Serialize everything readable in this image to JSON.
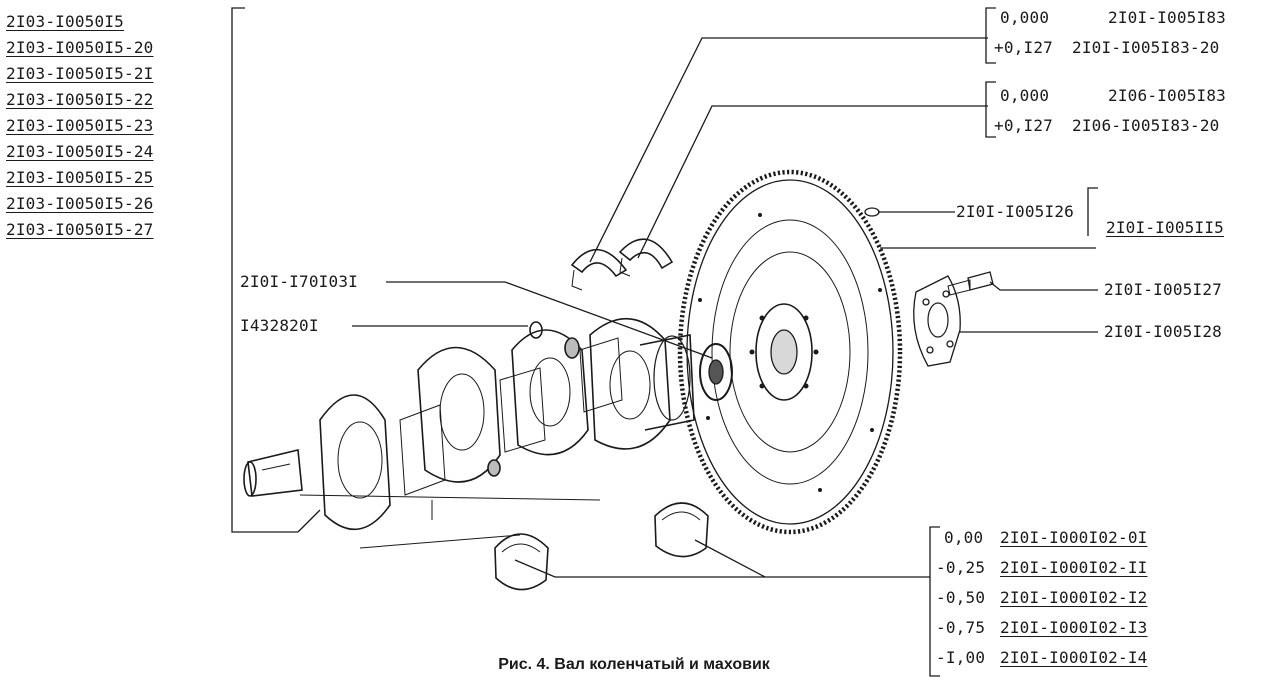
{
  "crankshaft_kits": [
    "2I03-I0050I5",
    "2I03-I0050I5-20",
    "2I03-I0050I5-2I",
    "2I03-I0050I5-22",
    "2I03-I0050I5-23",
    "2I03-I0050I5-24",
    "2I03-I0050I5-25",
    "2I03-I0050I5-26",
    "2I03-I0050I5-27"
  ],
  "thrust_half_ring_rear": {
    "rows": [
      {
        "size": "0,000",
        "part": "2I0I-I005I83"
      },
      {
        "size": "+0,I27",
        "part": "2I0I-I005I83-20"
      }
    ]
  },
  "thrust_half_ring_front": {
    "rows": [
      {
        "size": "0,000",
        "part": "2I06-I005I83"
      },
      {
        "size": "+0,I27",
        "part": "2I06-I005I83-20"
      }
    ]
  },
  "flywheel": {
    "pin": "2I0I-I005I26",
    "assembly": "2I0I-I005II5"
  },
  "bolt": "2I0I-I005I27",
  "washer": "2I0I-I005I28",
  "bearing": "2I0I-I70I03I",
  "plug": "I432820I",
  "main_bearings": {
    "rows": [
      {
        "size": "0,00",
        "part": "2I0I-I000I02-0I"
      },
      {
        "size": "-0,25",
        "part": "2I0I-I000I02-II"
      },
      {
        "size": "-0,50",
        "part": "2I0I-I000I02-I2"
      },
      {
        "size": "-0,75",
        "part": "2I0I-I000I02-I3"
      },
      {
        "size": "-I,00",
        "part": "2I0I-I000I02-I4"
      }
    ]
  },
  "caption": "Рис. 4. Вал коленчатый и маховик"
}
